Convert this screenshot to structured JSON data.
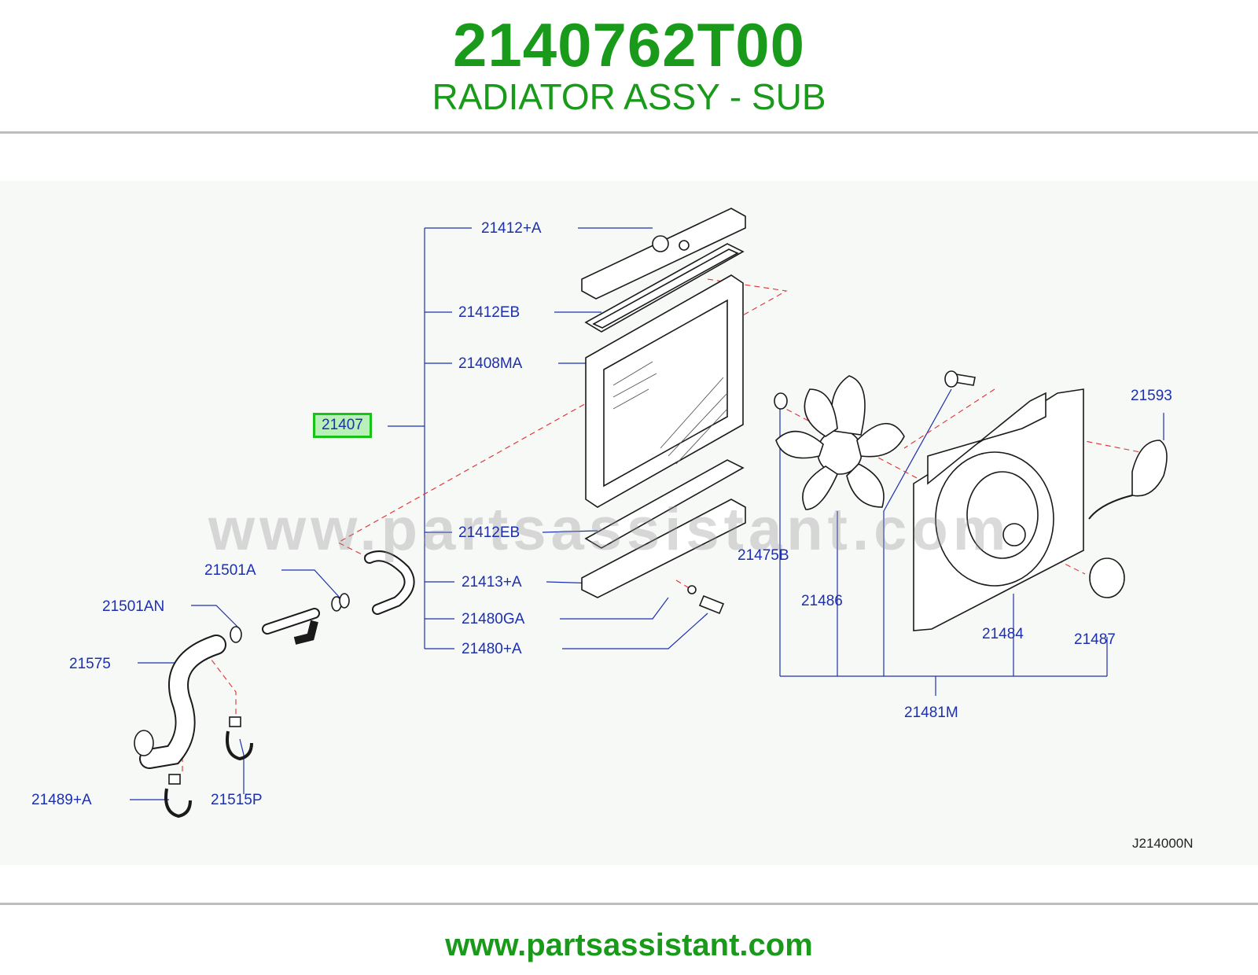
{
  "header": {
    "part_number": "2140762T00",
    "part_name": "RADIATOR ASSY - SUB"
  },
  "diagram": {
    "code": "J214000N",
    "watermark": "www.partsassistant.com",
    "highlight_color": "#17c317",
    "label_color": "#1c2fb0",
    "labels": {
      "p21412A": "21412+A",
      "p21412EB_top": "21412EB",
      "p21408MA": "21408MA",
      "p21407": "21407",
      "p21412EB_bot": "21412EB",
      "p21413A": "21413+A",
      "p21480GA": "21480GA",
      "p21480A": "21480+A",
      "p21501A": "21501A",
      "p21501AN": "21501AN",
      "p21575": "21575",
      "p21489A": "21489+A",
      "p21515P": "21515P",
      "p21475B": "21475B",
      "p21486": "21486",
      "p21484": "21484",
      "p21487": "21487",
      "p21593": "21593",
      "p21481M": "21481M"
    }
  },
  "footer": {
    "url": "www.partsassistant.com"
  }
}
